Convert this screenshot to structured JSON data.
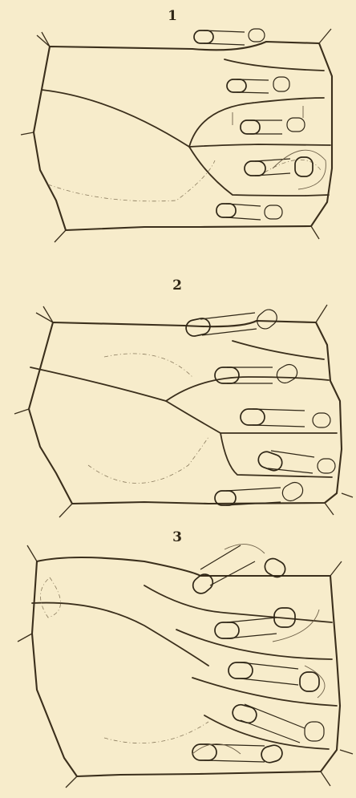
{
  "panels": [
    {
      "label": "1"
    },
    {
      "label": "2"
    },
    {
      "label": "3"
    }
  ],
  "colors": {
    "paper": "#f7eccb",
    "ink": "#3b2f1c",
    "faint_ink": "#8a7b5e"
  }
}
